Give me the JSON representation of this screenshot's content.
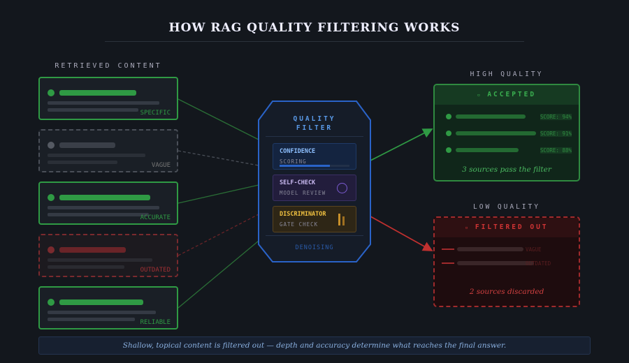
{
  "title": "HOW RAG QUALITY FILTERING WORKS",
  "retrieved": {
    "label": "RETRIEVED CONTENT",
    "cards": [
      {
        "tag": "SPECIFIC",
        "kind": "good"
      },
      {
        "tag": "VAGUE",
        "kind": "vague"
      },
      {
        "tag": "ACCURATE",
        "kind": "good"
      },
      {
        "tag": "OUTDATED",
        "kind": "bad"
      },
      {
        "tag": "RELIABLE",
        "kind": "good"
      }
    ]
  },
  "filter": {
    "title_1": "QUALITY",
    "title_2": "FILTER",
    "stages": [
      {
        "name": "CONFIDENCE",
        "sub": "SCORING",
        "progress": 0.72
      },
      {
        "name": "SELF-CHECK",
        "sub": "MODEL REVIEW"
      },
      {
        "name": "DISCRIMINATOR",
        "sub": "GATE CHECK"
      }
    ],
    "footer": "DENOISING"
  },
  "high": {
    "label": "HIGH QUALITY",
    "header": "ACCEPTED",
    "rows": [
      "SCORE: 94%",
      "SCORE: 91%",
      "SCORE: 88%"
    ],
    "summary": "3 sources pass the filter"
  },
  "low": {
    "label": "LOW QUALITY",
    "header": "FILTERED OUT",
    "rows": [
      "VAGUE",
      "OUTDATED"
    ],
    "summary": "2 sources discarded"
  },
  "caption": "Shallow, topical content is filtered out — depth and accuracy determine what reaches the final answer.",
  "colors": {
    "green": "#2f9a44",
    "red": "#c0302f",
    "blue": "#2a63c8",
    "purple": "#7a5ad0",
    "amber": "#c8902a"
  }
}
